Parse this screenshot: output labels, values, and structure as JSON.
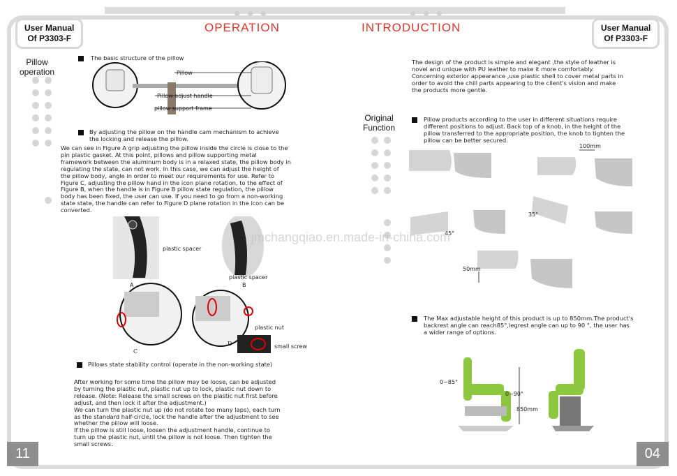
{
  "left_page": {
    "tab_line1": "User Manual",
    "tab_line2": "Of P3303-F",
    "heading": "OPERATION",
    "side_label": "Pillow\noperation",
    "section1_title": "The basic structure of the pillow",
    "fig1_labels": [
      "Pillow",
      "Pillow adjust handle",
      "pillow support frame"
    ],
    "section2_title": "By adjusting the pillow on the handle cam mechanism to achieve\nthe locking and release the pillow.",
    "body1": "We can see in Figure A grip adjusting the pillow inside the circle is close to the\npin plastic gasket. At this point, pillows and pillow supporting metal\nframework between the aluminum body is in a relaxed state, the pillow body in\nregulating the state, can not work. In this case, we can adjust the height of\nthe pillow body, angle in order to meet our requirements for use. Refer to\nFigure C, adjusting the pillow hand in the icon plane rotation, to the effect of\nFigure B, when the handle is in Figure B pillow state regulation, the pillow\nbody has been fixed, the user can use. If you need to go from a non-working\nstate state, the handle can refer to Figure D plane rotation in the icon can be\nconverted.",
    "fig2_labels": [
      "plastic spacer",
      "plastic spacer",
      "A",
      "B",
      "C",
      "D",
      "plastic nut",
      "small screw"
    ],
    "section3_title": "Pillows state stability control (operate in the non-working state)",
    "body2": "After working for some time the pillow may be loose, can be adjusted\nby turning the plastic nut, plastic nut up to lock, plastic nut down to\nrelease. (Note: Release the small screws on the plastic nut first before\nadjust, and then lock it after the adjustment.)\nWe can turn the plastic nut up (do not rotate too many laps), each turn\nas the standard half-circle, lock the handle after the adjustment to see\nwhether the pillow will loose.\nIf the pillow is still loose, loosen the adjustment handle, continue to\nturn up the plastic nut, until the pillow is not loose. Then tighten the\nsmall screws.",
    "page_number": "11"
  },
  "right_page": {
    "tab_line1": "User Manual",
    "tab_line2": "Of P3303-F",
    "heading": "INTRODUCTION",
    "intro": "The design of the product is simple and elegant ,the style of leather is\nnovel and unique with PU leather to make it more comfortably.\nConcerning exterior appearance ,use plastic shell to cover metal parts in\norder to avoid the chill parts appearing to the client's vision and make\nthe products more gentle.",
    "side_label": "Original\nFunction",
    "section1_text": "Pillow products according to the user in different situations require\ndifferent positions to adjust. Back top of a knob, in the height of the\npillow transferred to the appropriate position, the knob to tighten the\npillow can be better secured.",
    "fig_labels": [
      "100mm",
      "35°",
      "45°",
      "50mm"
    ],
    "section2_text": "The Max adjustable height of this product is up to 850mm.The product's\nbackrest angle can reach85°,legrest angle can up to 90 °, the user has\na wider range of options.",
    "chair_labels": [
      "0~85°",
      "0~90°",
      "850mm"
    ],
    "page_number": "04"
  },
  "watermark": "jmchangqiao.en.made-in-china.com",
  "colors": {
    "accent": "#e2332b",
    "frame": "#dcdcdc",
    "chair_green": "#8dc63f"
  }
}
